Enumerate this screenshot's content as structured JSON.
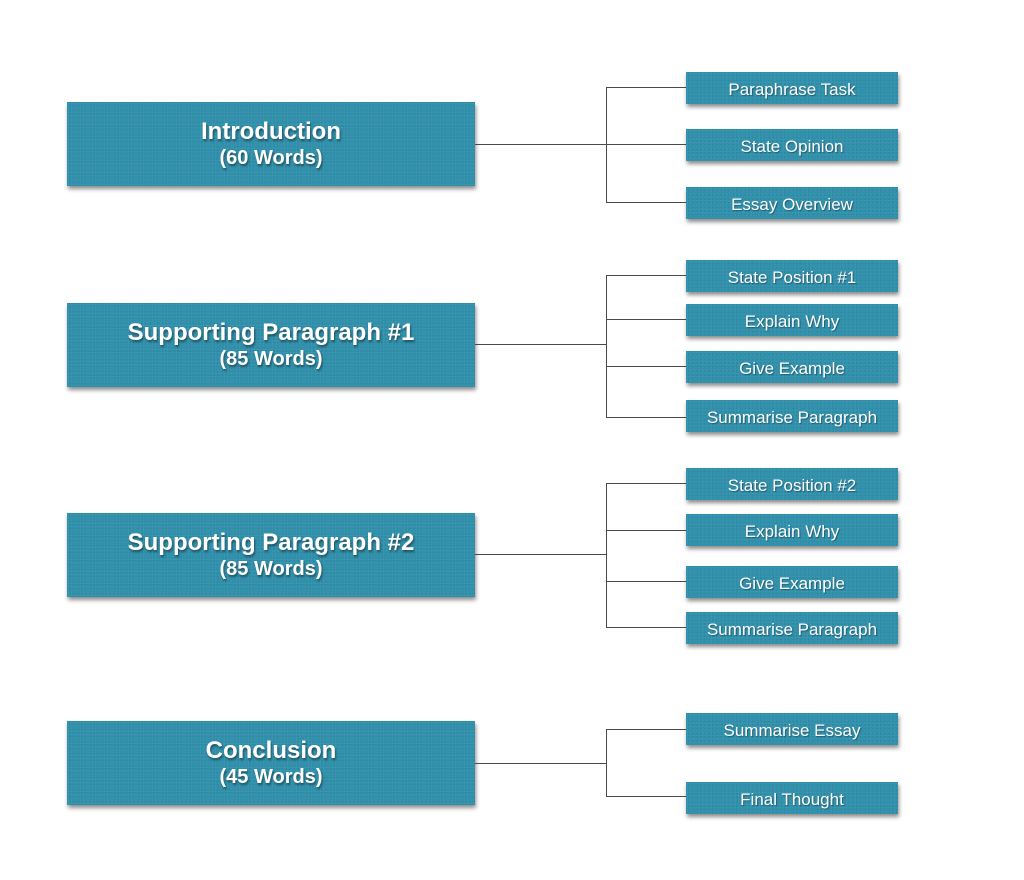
{
  "sections": [
    {
      "title": "Introduction",
      "words": "(60 Words)",
      "items": [
        "Paraphrase Task",
        "State Opinion",
        "Essay Overview"
      ]
    },
    {
      "title": "Supporting Paragraph #1",
      "words": "(85 Words)",
      "items": [
        "State Position #1",
        "Explain Why",
        "Give Example",
        "Summarise Paragraph"
      ]
    },
    {
      "title": "Supporting Paragraph #2",
      "words": "(85 Words)",
      "items": [
        "State Position #2",
        "Explain Why",
        "Give Example",
        "Summarise Paragraph"
      ]
    },
    {
      "title": "Conclusion",
      "words": "(45 Words)",
      "items": [
        "Summarise Essay",
        "Final Thought"
      ]
    }
  ],
  "colors": {
    "box": "#2e8fab",
    "text": "#ffffff",
    "connector": "#4a4a4a"
  }
}
